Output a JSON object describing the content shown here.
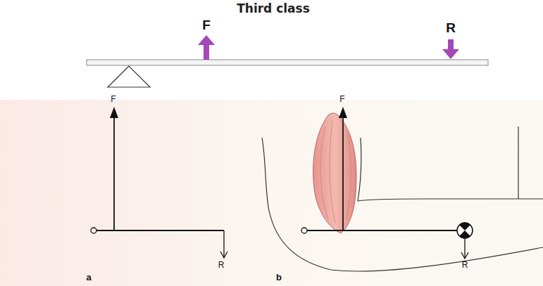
{
  "diagram": {
    "title": "Third class",
    "labels": [
      "F",
      "R",
      "F",
      "R",
      "a",
      "F",
      "R",
      "b"
    ]
  }
}
